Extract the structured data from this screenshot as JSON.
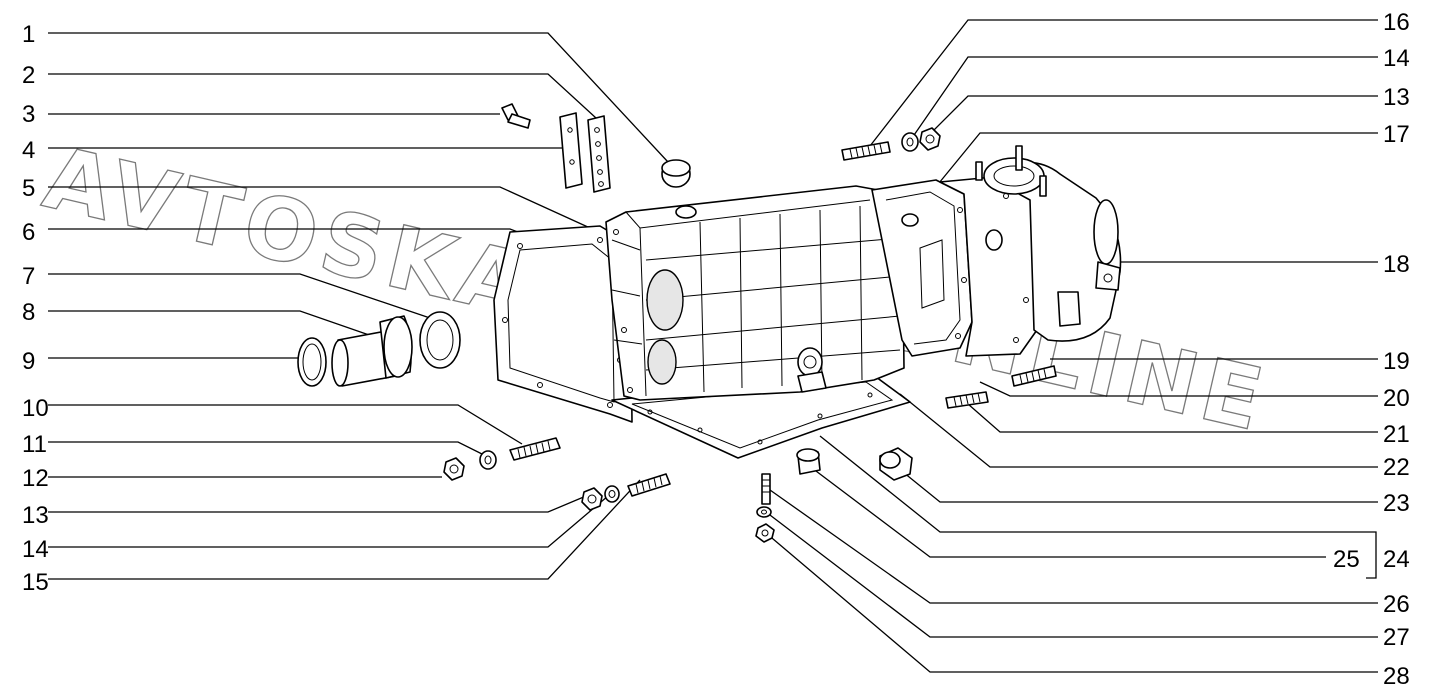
{
  "watermark": {
    "text_left": "AVTOSKAZ",
    "text_right": "KA.ONLINE",
    "text_center": "AVTOSKAZKA.ONLINE"
  },
  "labels_left": [
    "1",
    "2",
    "3",
    "4",
    "5",
    "6",
    "7",
    "8",
    "9",
    "10",
    "11",
    "12",
    "13",
    "14",
    "15"
  ],
  "labels_right": [
    "16",
    "14",
    "13",
    "17",
    "18",
    "19",
    "20",
    "21",
    "22",
    "23",
    "24",
    "25",
    "26",
    "27",
    "28"
  ]
}
